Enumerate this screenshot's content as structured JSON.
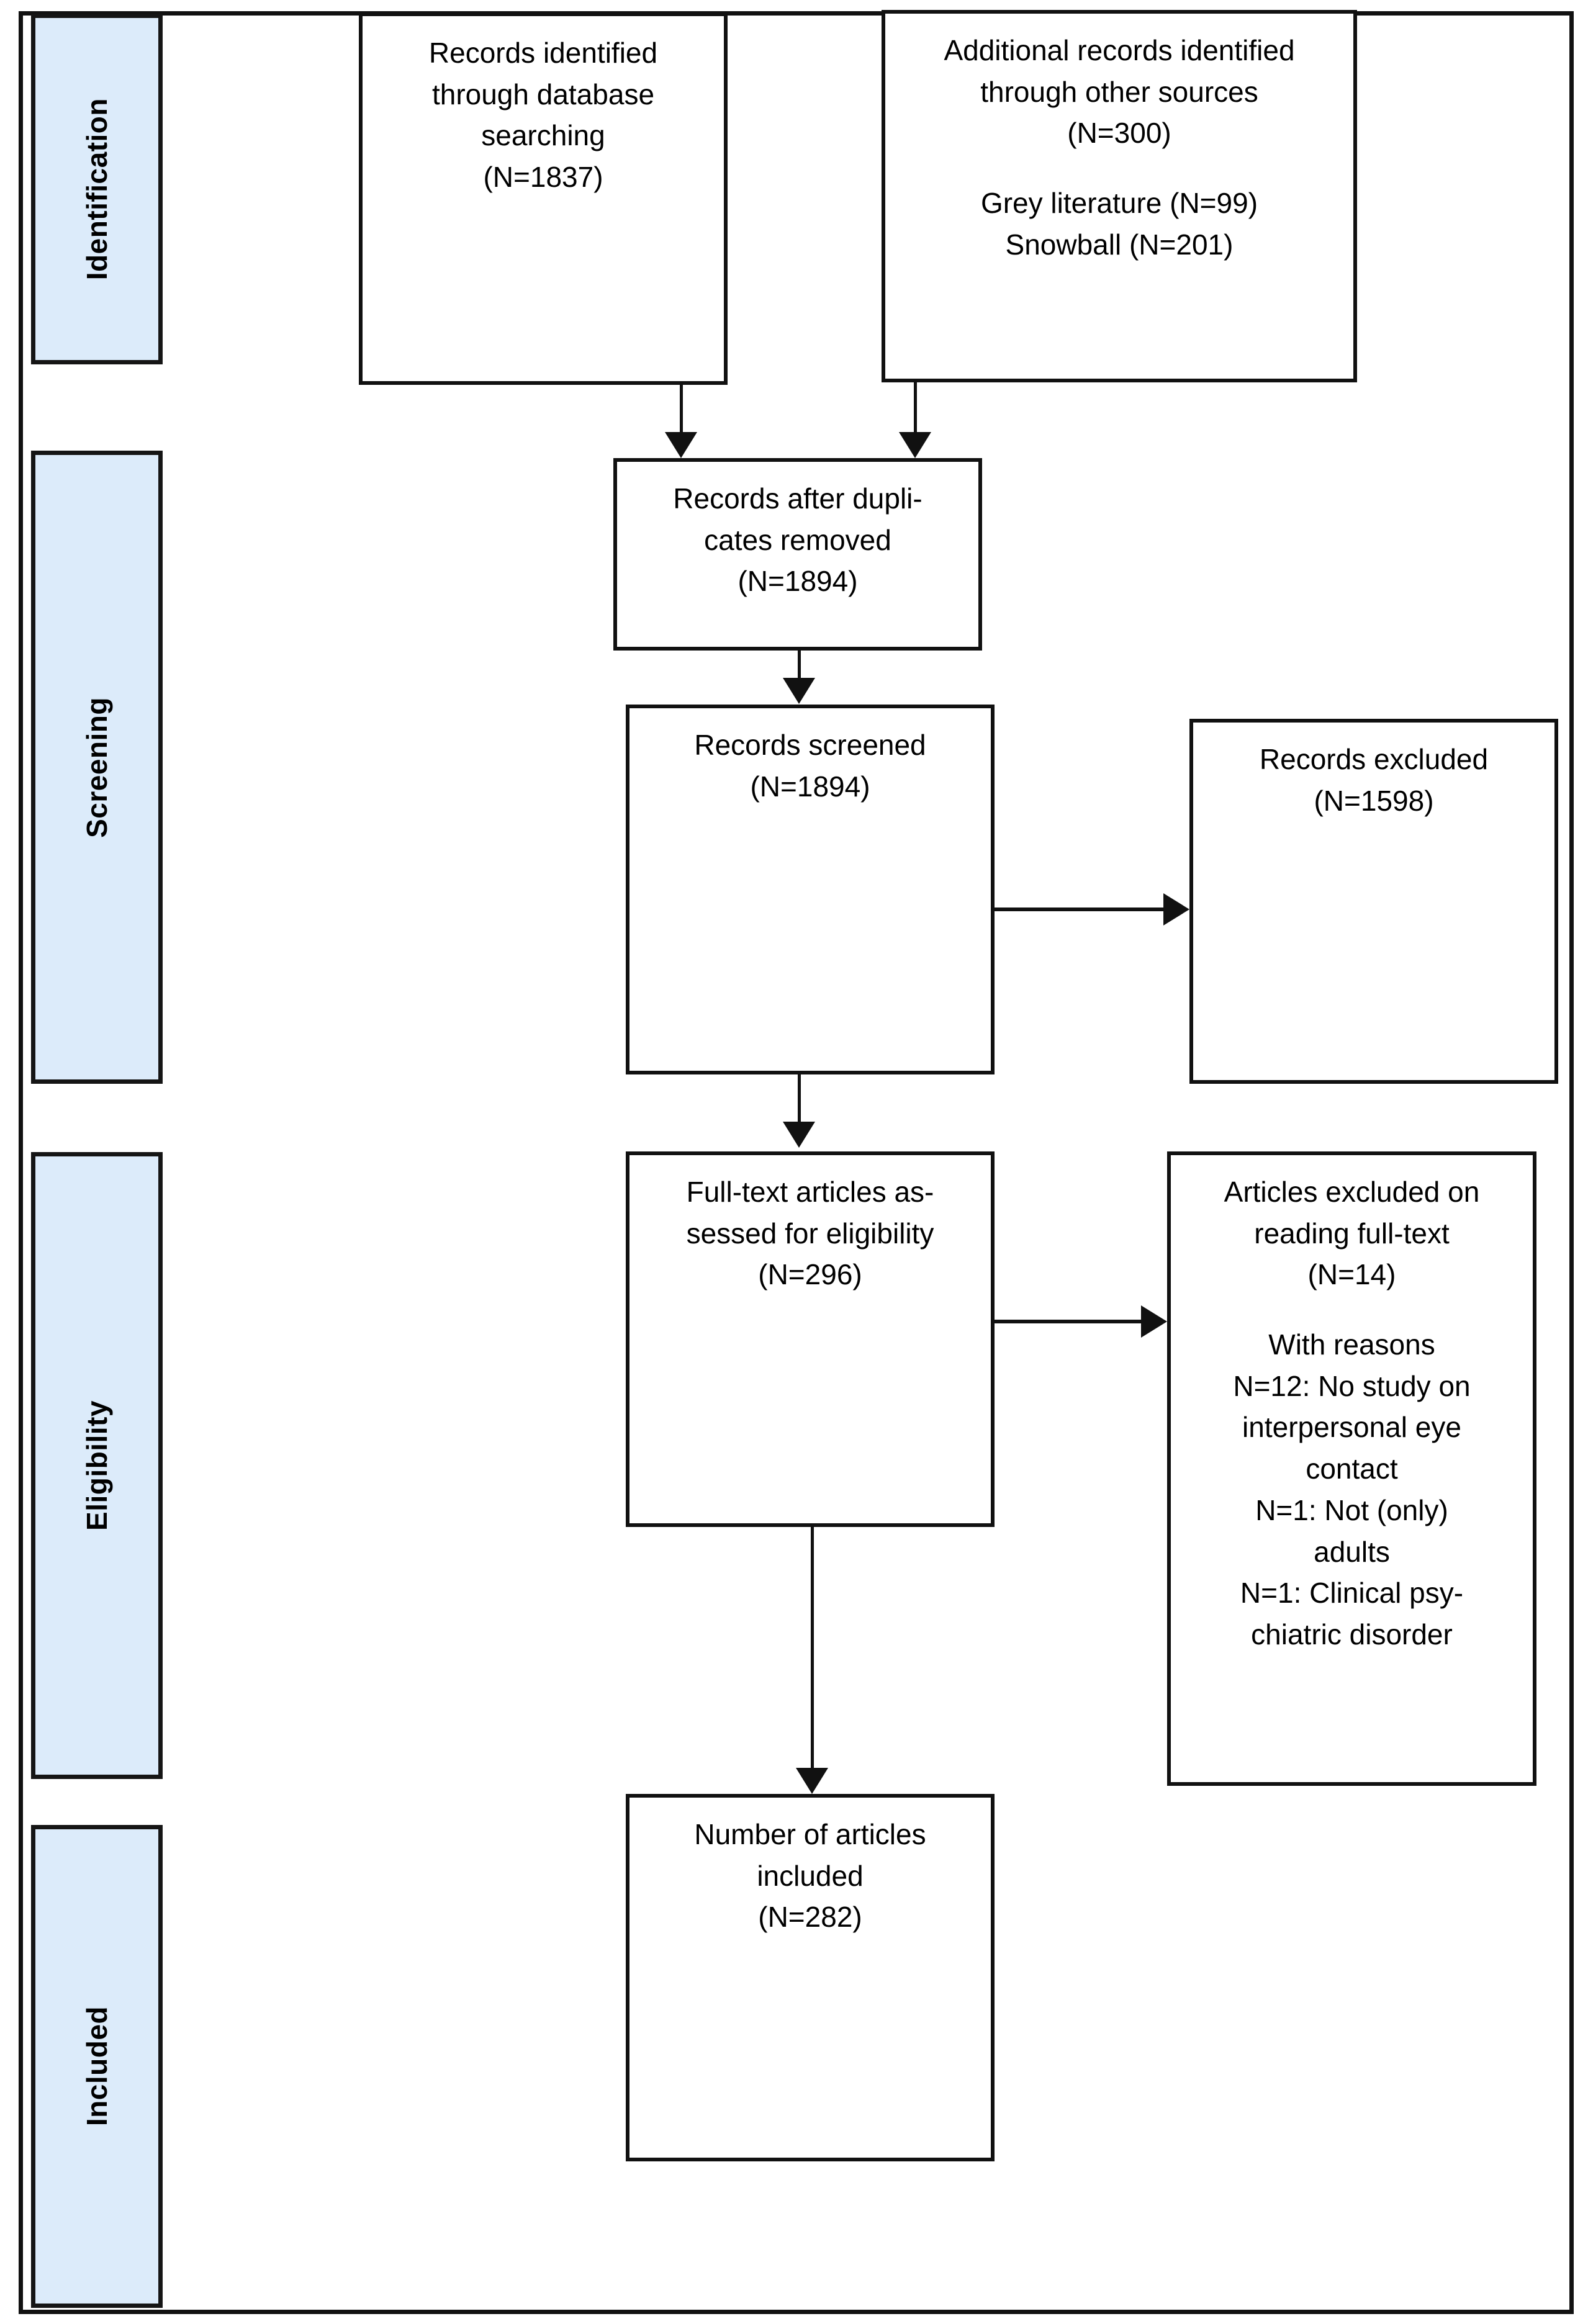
{
  "diagram": {
    "type": "prisma-flow-diagram",
    "stages": [
      {
        "id": "identification",
        "label": "Identification"
      },
      {
        "id": "screening",
        "label": "Screening"
      },
      {
        "id": "eligibility",
        "label": "Eligibility"
      },
      {
        "id": "included",
        "label": "Included"
      }
    ],
    "nodes": {
      "db_search": {
        "lines": [
          "Records identified",
          "through database",
          "searching",
          "(N=1837)"
        ]
      },
      "other_sources": {
        "lines": [
          "Additional records identified",
          "through other sources",
          "(N=300)",
          "",
          "Grey literature (N=99)",
          "Snowball (N=201)"
        ]
      },
      "after_duplicates": {
        "lines": [
          "Records after dupli-",
          "cates removed",
          "(N=1894)"
        ]
      },
      "screened": {
        "lines": [
          "Records screened",
          "(N=1894)"
        ]
      },
      "records_excluded": {
        "lines": [
          "Records excluded",
          "(N=1598)"
        ]
      },
      "fulltext_assessed": {
        "lines": [
          "Full-text articles as-",
          "sessed for eligibility",
          "(N=296)"
        ]
      },
      "articles_excluded": {
        "lines": [
          "Articles excluded on",
          "reading full-text",
          "(N=14)",
          "",
          "With reasons",
          "N=12: No study on",
          "interpersonal eye",
          "contact",
          "N=1: Not (only)",
          "adults",
          "N=1: Clinical psy-",
          "chiatric disorder"
        ]
      },
      "included_total": {
        "lines": [
          "Number of articles",
          "included",
          "(N=282)"
        ]
      }
    },
    "colors": {
      "stage_fill": "#dcebfa",
      "border": "#111111",
      "node_fill": "#ffffff",
      "text": "#000000"
    }
  }
}
